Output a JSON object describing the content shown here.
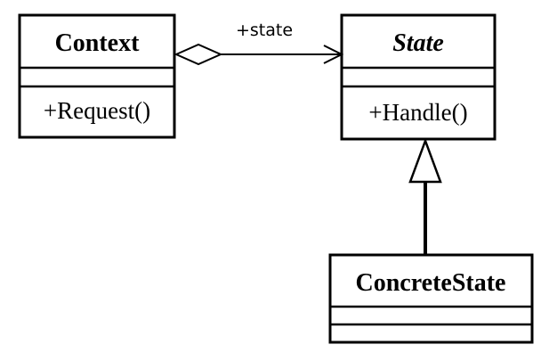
{
  "classes": {
    "context": {
      "name": "Context",
      "operations": [
        "+Request()"
      ]
    },
    "state": {
      "name": "State",
      "abstract": true,
      "operations": [
        "+Handle()"
      ]
    },
    "concrete_state": {
      "name": "ConcreteState",
      "operations": []
    }
  },
  "relationships": {
    "association": {
      "kind": "aggregation",
      "from": "Context",
      "to": "State",
      "role": "+state"
    },
    "generalization": {
      "kind": "inheritance",
      "from": "ConcreteState",
      "to": "State"
    }
  }
}
